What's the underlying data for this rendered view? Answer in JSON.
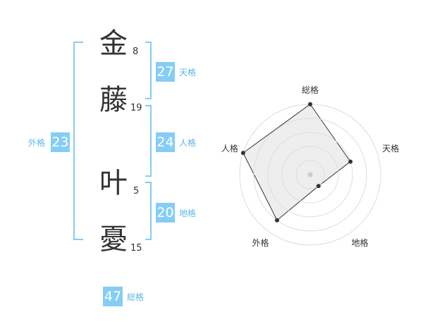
{
  "name_characters": [
    {
      "char": "金",
      "strokes": "8"
    },
    {
      "char": "藤",
      "strokes": "19"
    },
    {
      "char": "叶",
      "strokes": "5"
    },
    {
      "char": "憂",
      "strokes": "15"
    }
  ],
  "scores": {
    "tenkaku": {
      "value": "27",
      "label": "天格"
    },
    "jinkaku": {
      "value": "24",
      "label": "人格"
    },
    "chikaku": {
      "value": "20",
      "label": "地格"
    },
    "gaikaku": {
      "value": "23",
      "label": "外格"
    },
    "soukaku": {
      "value": "47",
      "label": "総格"
    }
  },
  "colors": {
    "bracket": "#85cdf5",
    "score_box": "#85cdf5",
    "score_label": "#5bb7ea",
    "radar_grid": "#dddddd",
    "radar_fill": "#eeeeee",
    "radar_line": "#333333"
  },
  "chart_data": {
    "type": "radar",
    "axes": [
      "総格",
      "天格",
      "地格",
      "外格",
      "人格"
    ],
    "values": [
      5,
      3,
      1,
      4,
      5
    ],
    "max": 5,
    "rings": 5
  }
}
